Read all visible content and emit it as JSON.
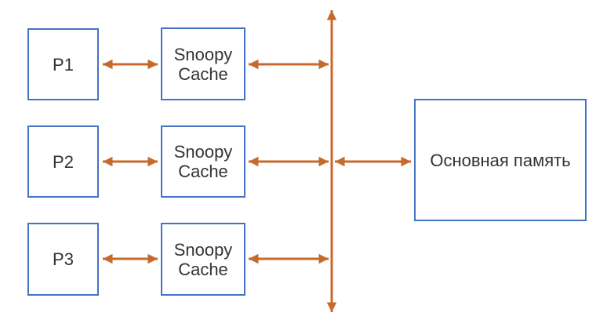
{
  "colors": {
    "box_border": "#4472C4",
    "box_fill": "#FFFFFF",
    "arrow": "#C7682C",
    "text": "#333333"
  },
  "nodes": {
    "p1": {
      "label": "P1"
    },
    "p2": {
      "label": "P2"
    },
    "p3": {
      "label": "P3"
    },
    "cache1": {
      "label": "Snoopy Cache"
    },
    "cache2": {
      "label": "Snoopy Cache"
    },
    "cache3": {
      "label": "Snoopy Cache"
    },
    "memory": {
      "label": "Основная память"
    }
  },
  "connections": [
    {
      "from": "p1",
      "to": "cache1",
      "type": "bidirectional"
    },
    {
      "from": "cache1",
      "to": "bus",
      "type": "bidirectional"
    },
    {
      "from": "p2",
      "to": "cache2",
      "type": "bidirectional"
    },
    {
      "from": "cache2",
      "to": "bus",
      "type": "bidirectional"
    },
    {
      "from": "bus",
      "to": "memory",
      "type": "bidirectional"
    },
    {
      "from": "p3",
      "to": "cache3",
      "type": "bidirectional"
    },
    {
      "from": "cache3",
      "to": "bus",
      "type": "bidirectional"
    }
  ],
  "bus": {
    "orientation": "vertical",
    "arrowheads": "both-ends"
  }
}
